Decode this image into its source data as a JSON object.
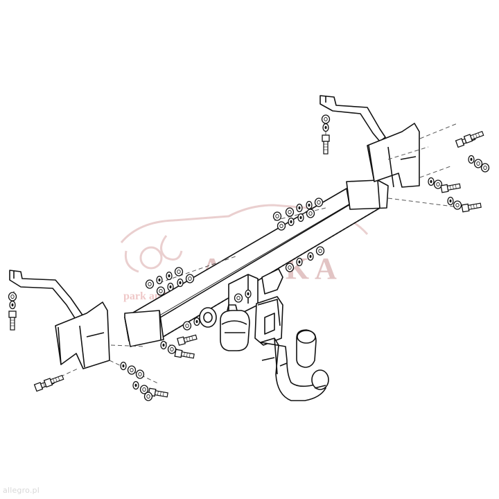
{
  "watermark": {
    "brand": "AHAKA",
    "slogan": "park and fun care",
    "logo": "car-silhouette-logo",
    "color": "#e2c4c4"
  },
  "corner_tag": "allegro.pl",
  "line_color": "#1a1a1a",
  "dash_color": "#555555"
}
